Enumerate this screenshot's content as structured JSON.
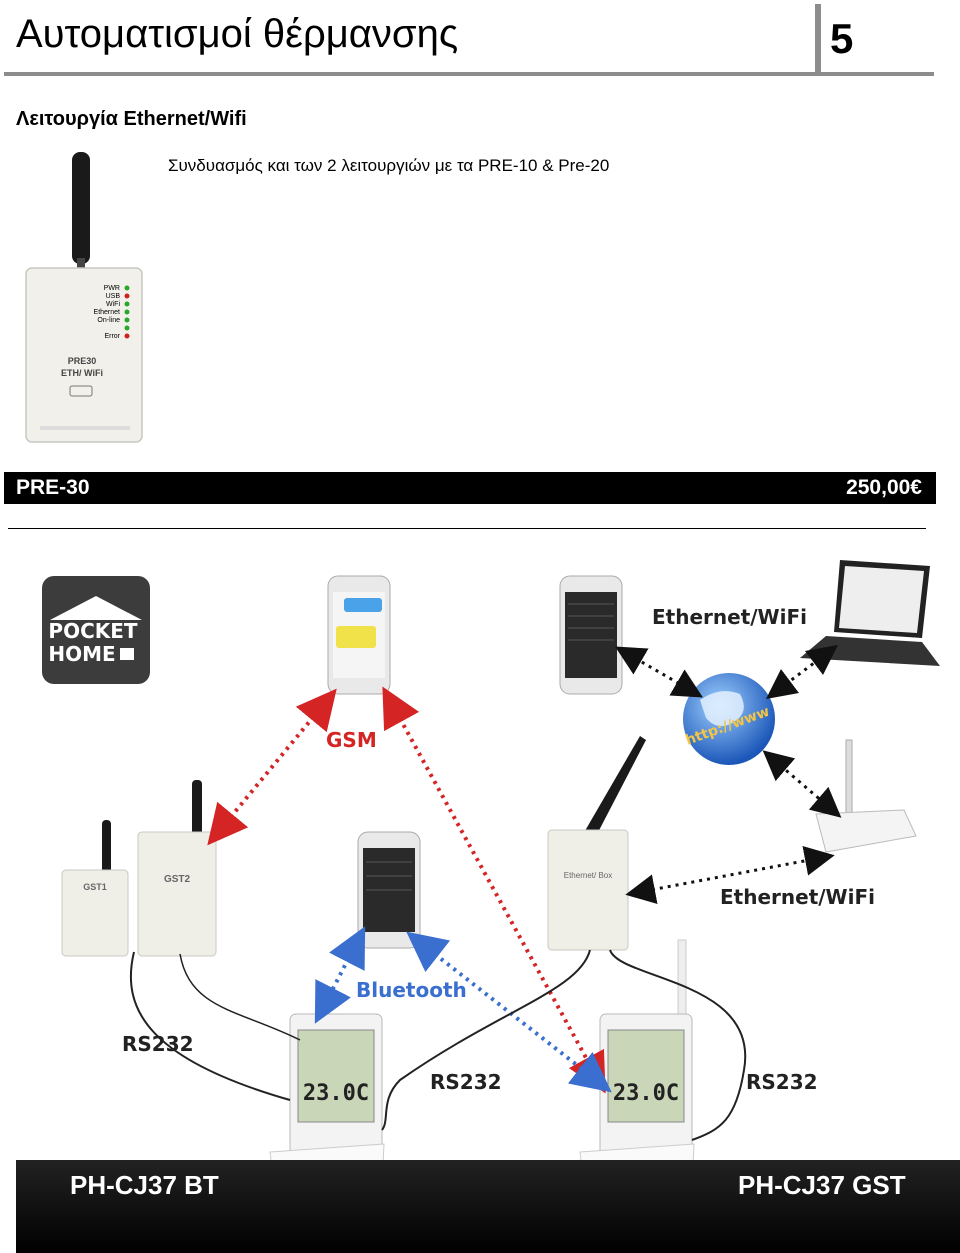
{
  "header": {
    "title": "Αυτοματισμοί θέρμανσης",
    "page_number": "5"
  },
  "section": {
    "title": "Λειτουργία Ethernet/Wifi",
    "caption": "Συνδυασμός και των 2 λειτουργιών με τα PRE-10 & Pre-20"
  },
  "product": {
    "label_line1": "PRE30",
    "label_line2": "ETH/ WiFi",
    "leds": [
      "PWR",
      "USB",
      "WiFi",
      "Ethernet",
      "On-line",
      "",
      "Error"
    ]
  },
  "pricebar": {
    "name": "PRE-30",
    "price": "250,00€"
  },
  "diagram": {
    "logo_line1": "POCKET",
    "logo_line2": "HOME",
    "gsm_label": "GSM",
    "ethernet_wifi_top": "Ethernet/WiFi",
    "ethernet_wifi_bottom": "Ethernet/WiFi",
    "bluetooth_label": "Bluetooth",
    "rs232_left": "RS232",
    "rs232_middle": "RS232",
    "rs232_right": "RS232",
    "globe_text": "http://www",
    "gst1_label": "GST1",
    "gst2_label": "GST2",
    "eth_box_label": "Ethernet/ Box",
    "thermostat_reading_1": "23.0C",
    "thermostat_reading_2": "23.0C",
    "model_left": "PH-CJ37 BT",
    "model_right": "PH-CJ37 GST"
  },
  "colors": {
    "red_arrow": "#d42424",
    "blue_arrow": "#3a6fd0",
    "black_arrow": "#111111",
    "header_rule": "#8c8c8c"
  }
}
